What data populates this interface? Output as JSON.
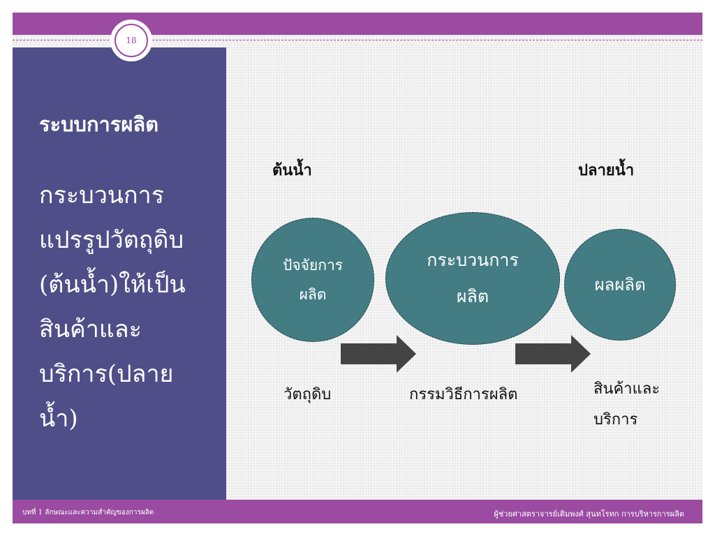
{
  "slide": {
    "page_number": "18",
    "title": "ระบบการผลิต",
    "body_lines": [
      "กระบวนการ",
      "แปรรูปวัตถุดิบ",
      "(ต้นน้ำ)ให้เป็น",
      "สินค้าและ",
      "บริการ(ปลาย",
      "น้ำ)"
    ]
  },
  "diagram": {
    "upstream_label": "ต้นน้ำ",
    "downstream_label": "ปลายน้ำ",
    "nodes": [
      {
        "line1": "ปัจจัยการ",
        "line2": "ผลิต"
      },
      {
        "line1": "กระบวนการ",
        "line2": "ผลิต"
      },
      {
        "line1": "ผลผลิต",
        "line2": ""
      }
    ],
    "captions": {
      "input": "วัตถุดิบ",
      "process": "กรรมวิธีการผลิต",
      "output_line1": "สินค้าและ",
      "output_line2": "บริการ"
    }
  },
  "footer": {
    "left": "บทที่ 1 ลักษณะและความสำคัญของการผลิต",
    "right": "ผู้ช่วยศาสตราจารย์เติมพงศ์ สุนทโรทก  การบริหารการผลิต"
  },
  "colors": {
    "band": "#9b4ba2",
    "panel": "#4f4e88",
    "node": "#437c82",
    "arrow": "#444444"
  }
}
